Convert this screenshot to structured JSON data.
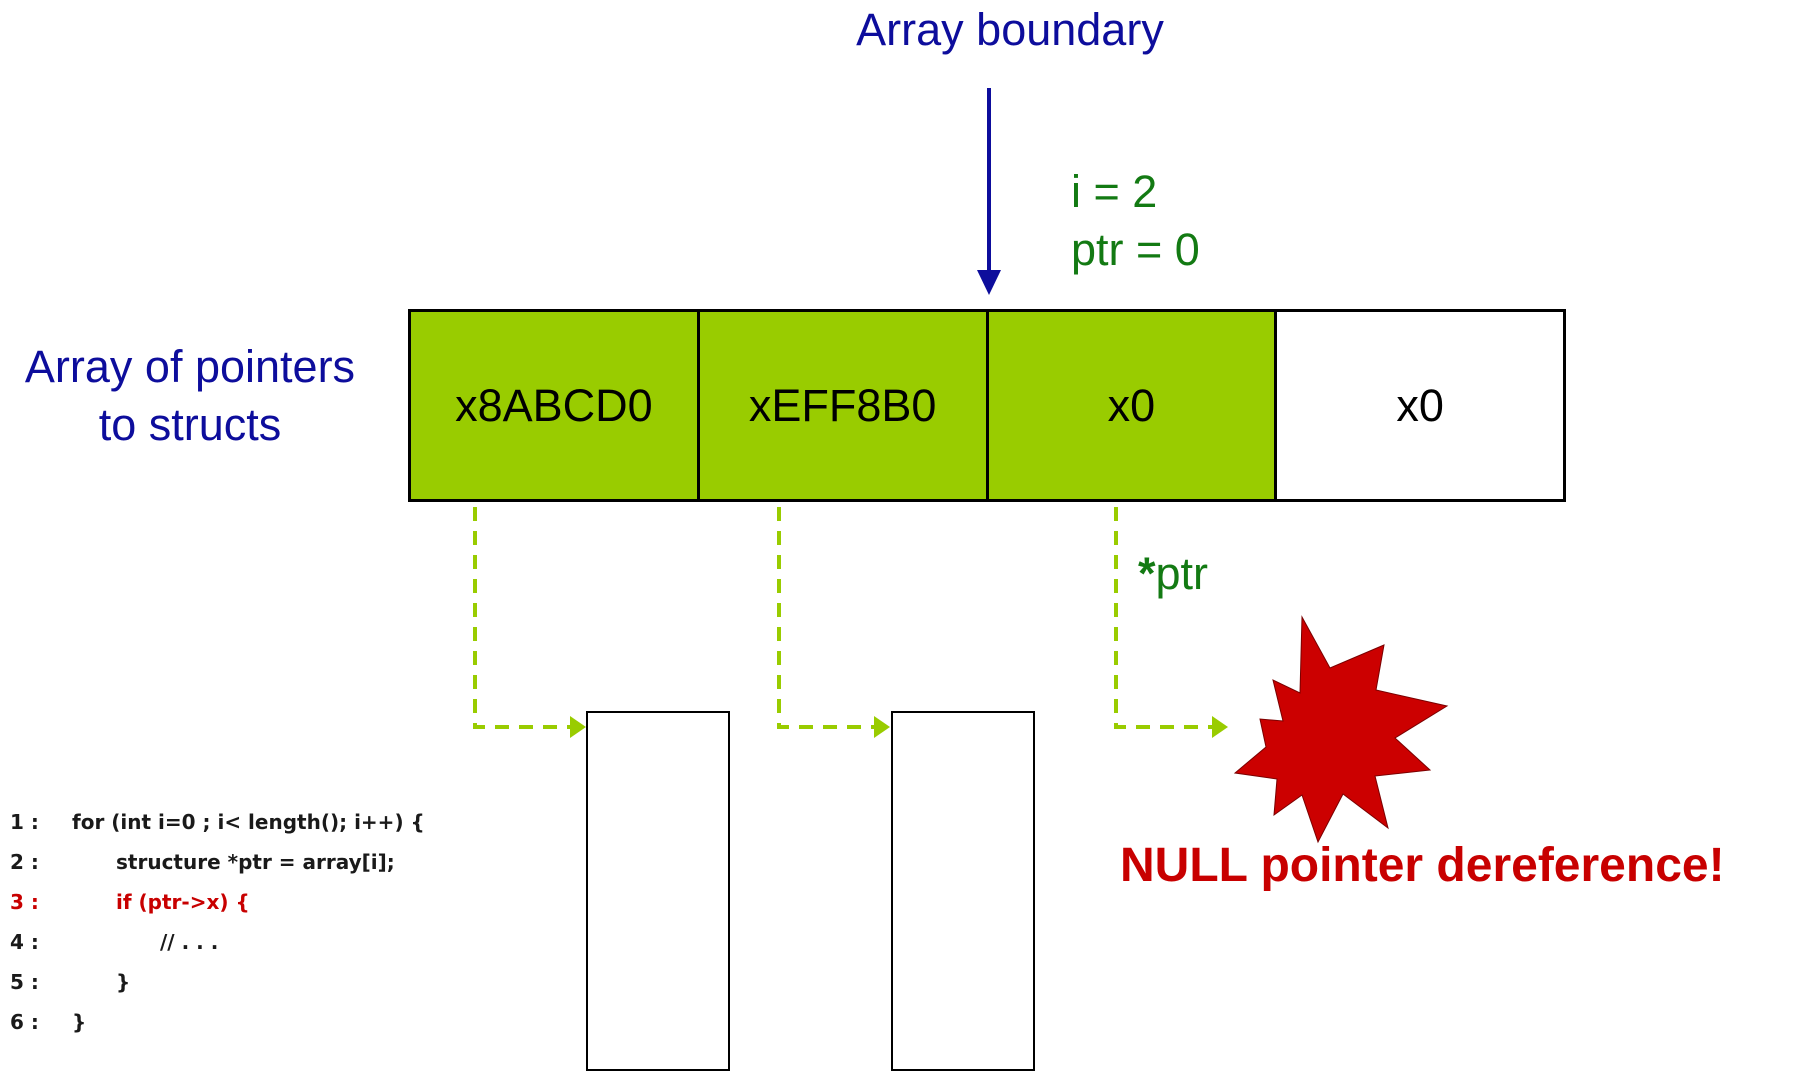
{
  "diagram": {
    "boundary_label": "Array boundary",
    "array_label": "Array of pointers\nto structs",
    "state": {
      "i_text": "i = 2",
      "ptr_text": "ptr = 0"
    },
    "cells": [
      {
        "value": "x8ABCD0",
        "highlighted": true
      },
      {
        "value": "xEFF8B0",
        "highlighted": true
      },
      {
        "value": "x0",
        "highlighted": true
      },
      {
        "value": "x0",
        "highlighted": false
      }
    ],
    "deref": {
      "star": "*",
      "text": "ptr"
    },
    "error_message": "NULL pointer dereference!"
  },
  "code": [
    {
      "num": "1 :",
      "text": "for (int i=0 ; i< length(); i++) {",
      "indent": 0,
      "highlight": false
    },
    {
      "num": "2 :",
      "text": "structure *ptr = array[i];",
      "indent": 1,
      "highlight": false
    },
    {
      "num": "3 :",
      "text": "if (ptr->x) {",
      "indent": 1,
      "highlight": true
    },
    {
      "num": "4 :",
      "text": "// . . .",
      "indent": 2,
      "highlight": false
    },
    {
      "num": "5 :",
      "text": "}",
      "indent": 1,
      "highlight": false
    },
    {
      "num": "6 :",
      "text": "}",
      "indent": 0,
      "highlight": false
    }
  ],
  "colors": {
    "cell_highlight": "#99cc00",
    "cell_normal": "#ffffff",
    "arrow_boundary": "#0d0d9c",
    "pointer_arrow": "#99cc00",
    "explosion": "#cc0000",
    "label_blue": "#0d0d9c",
    "label_green": "#137a13",
    "error_red": "#c80000"
  }
}
